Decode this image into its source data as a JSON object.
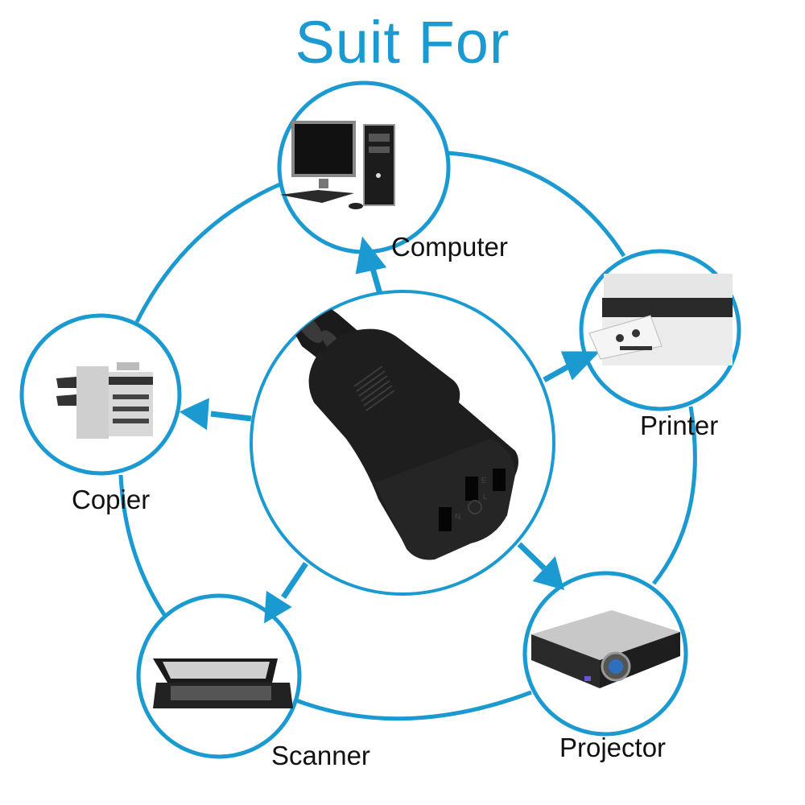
{
  "title": "Suit For",
  "colors": {
    "accent": "#1a9ad0",
    "label": "#111111",
    "plug": "#1e1e1e"
  },
  "center": {
    "name": "IEC C13 power connector",
    "pin_labels": [
      "N",
      "E",
      "L"
    ]
  },
  "devices": [
    {
      "id": "computer",
      "label": "Computer",
      "icon": "computer-icon"
    },
    {
      "id": "printer",
      "label": "Printer",
      "icon": "printer-icon"
    },
    {
      "id": "projector",
      "label": "Projector",
      "icon": "projector-icon"
    },
    {
      "id": "scanner",
      "label": "Scanner",
      "icon": "scanner-icon"
    },
    {
      "id": "copier",
      "label": "Copier",
      "icon": "copier-icon"
    }
  ]
}
